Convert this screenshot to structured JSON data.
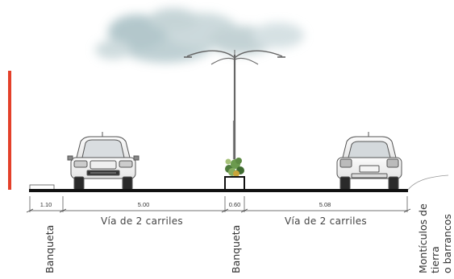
{
  "colors": {
    "background": "#ffffff",
    "road": "#111111",
    "accent_bar": "#e4402a",
    "cloud": "#a9c0c5",
    "foliage": "#4f7b3d"
  },
  "icons": [
    "cloud-icon",
    "street-lamp-icon",
    "car-front-icon",
    "car-rear-icon",
    "planter-icon"
  ],
  "dimensions": {
    "sidewalk_left": "1.10",
    "lane_left": "5.00",
    "median": "0.60",
    "lane_right": "5.08"
  },
  "labels": {
    "lane_left": "Vía de 2 carriles",
    "lane_right": "Vía de 2 carriles",
    "sidewalk_left": "Banqueta",
    "sidewalk_median": "Banqueta",
    "mounds": [
      "Montículos de",
      "tierra",
      "o barrancos"
    ]
  }
}
